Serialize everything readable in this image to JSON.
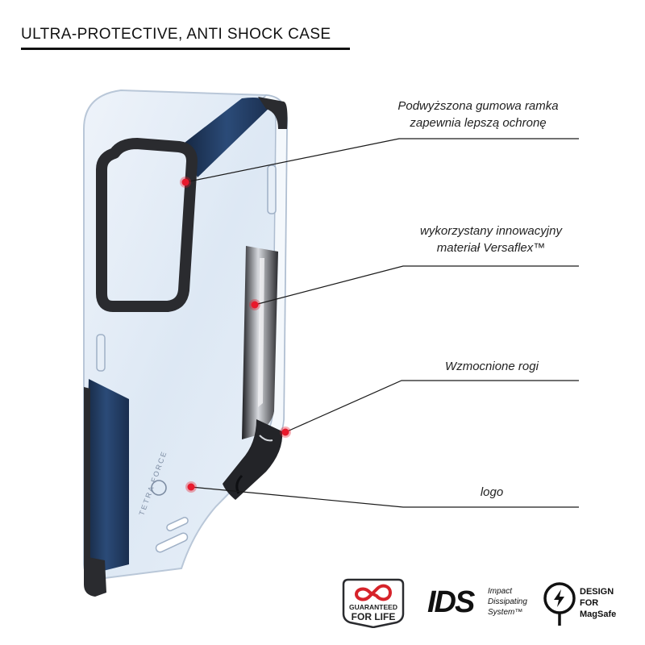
{
  "header": {
    "title": "ULTRA-PROTECTIVE,  ANTI SHOCK CASE"
  },
  "callouts": [
    {
      "line1": "Podwyższona gumowa ramka",
      "line2": "zapewnia lepszą ochronę"
    },
    {
      "line1": "wykorzystany innowacyjny",
      "line2": "materiał Versaflex™"
    },
    {
      "line1": "Wzmocnione rogi",
      "line2": ""
    },
    {
      "line1": "logo",
      "line2": ""
    }
  ],
  "product": {
    "brand_mark": "TETRA FORCE"
  },
  "badges": {
    "guarantee": {
      "line1": "GUARANTEED",
      "line2": "FOR LIFE",
      "color": "#d6232a"
    },
    "ids": {
      "mark": "IDS",
      "line1": "Impact",
      "line2": "Dissipating",
      "line3": "System™"
    },
    "magsafe": {
      "line1": "DESIGN",
      "line2": "FOR",
      "line3": "MagSafe"
    }
  },
  "colors": {
    "accent": "#e8192c",
    "case_blue": "#203a60",
    "bumper": "#2a2b2f"
  }
}
